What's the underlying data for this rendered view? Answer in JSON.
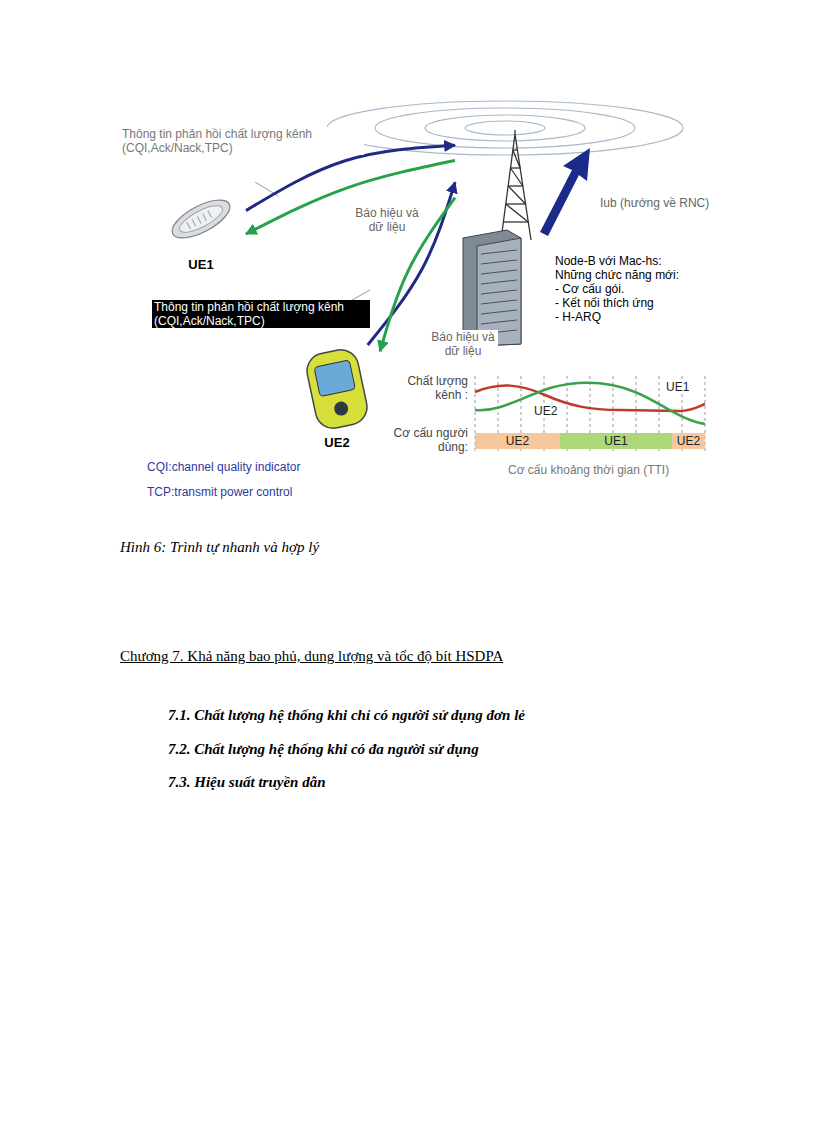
{
  "diagram": {
    "title": "Chương 7. Khả năng bao phủ, dung lượng và tốc độ bít HSDPA",
    "caption": "Hình 6: Trình tự nhanh và hợp lý",
    "nodes": [
      {
        "text": [
          "UE1"
        ]
      },
      {
        "text": [
          "Node-B với Mac-hs:",
          "Những chức năng mới:",
          "- Cơ cấu gói.",
          "- Kết nối thích ứng",
          "- H-ARQ"
        ]
      },
      {
        "text": [
          "UE2"
        ]
      }
    ],
    "edges": [
      {
        "from": 0,
        "to": 1,
        "arrow": "to"
      },
      {
        "from": 1,
        "to": 0,
        "arrow": "to"
      },
      {
        "from": 2,
        "to": 1,
        "arrow": "to"
      },
      {
        "from": 1,
        "to": 2,
        "arrow": "to"
      }
    ],
    "labels": [
      "Thông tin phản hồi chất lượng kênh (CQI,Ack/Nack,TPC)",
      "Báo hiệu và dữ liệu",
      "Iub (hướng về RNC)",
      "Thông tin phản hồi chất lượng kênh (CQI,Ack/Nack,TPC)",
      "Báo hiệu và dữ liệu",
      "Chất lượng kênh :",
      "UE1",
      "UE2",
      "Cơ cấu người dùng:",
      "UE2",
      "UE1",
      "UE2",
      "Cơ cấu khoảng thời gian (TTI)",
      "CQI:channel quality indicator",
      "TCP:transmit power control",
      "7.1. Chất lượng hệ thống khi chỉ có người sử dụng đơn lẻ",
      "7.2. Chất lượng hệ thống khi có đa người sử dụng",
      "7.3. Hiệu suất truyền dẫn"
    ]
  }
}
